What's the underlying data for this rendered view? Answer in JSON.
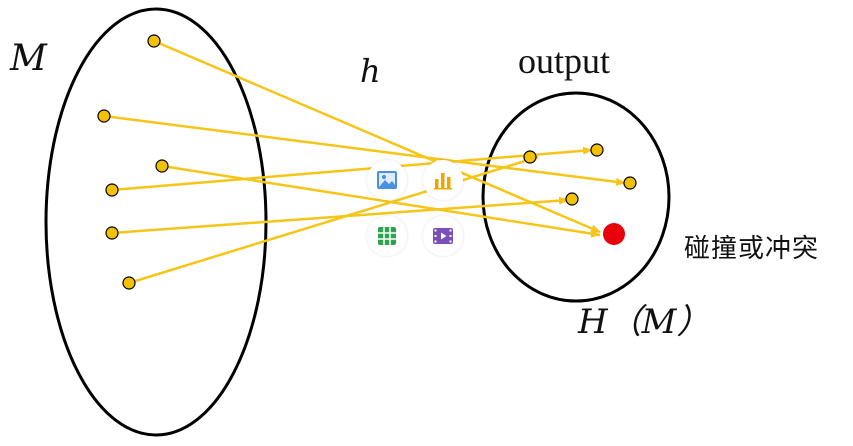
{
  "labels": {
    "domain_set": "M",
    "function": "h",
    "output": "output",
    "range_set": "H（M）",
    "collision": "碰撞或冲突"
  },
  "toolbar": {
    "items": [
      {
        "name": "image",
        "icon": "image-icon"
      },
      {
        "name": "chart",
        "icon": "bar-chart-icon"
      },
      {
        "name": "table",
        "icon": "table-icon"
      },
      {
        "name": "video",
        "icon": "video-icon"
      }
    ]
  },
  "colors": {
    "arrow": "#F5C518",
    "point_fill": "#F2C200",
    "collision_point": "#E8000B",
    "outline": "#000000"
  }
}
